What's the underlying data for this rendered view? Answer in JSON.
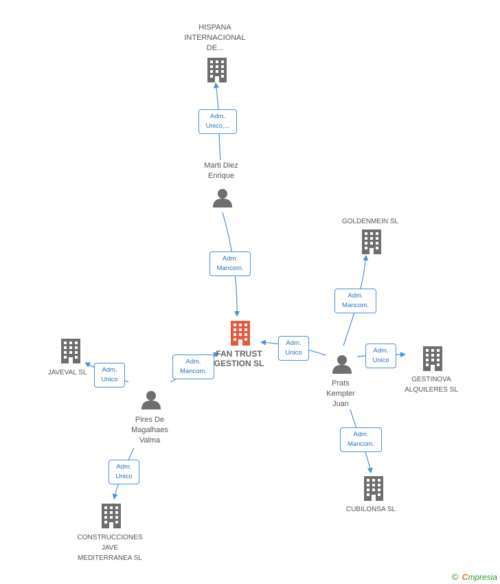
{
  "colors": {
    "building": "#6e6e6e",
    "main_building": "#e8593a",
    "person": "#6e6e6e",
    "edge": "#4a90d9",
    "edge_label_text": "#2a70c0"
  },
  "nodes": {
    "fan_trust": {
      "type": "company-main",
      "lines": [
        "FAN TRUST",
        "GESTION SL"
      ]
    },
    "hispana": {
      "type": "company",
      "lines": [
        "HISPANA",
        "INTERNACIONAL",
        "DE..."
      ]
    },
    "marti": {
      "type": "person",
      "lines": [
        "Marti Diez",
        "Enrique"
      ]
    },
    "goldenmein": {
      "type": "company",
      "lines": [
        "GOLDENMEIN SL"
      ]
    },
    "javeval": {
      "type": "company",
      "lines": [
        "JAVEVAL SL"
      ]
    },
    "prats": {
      "type": "person",
      "lines": [
        "Prats",
        "Kempter",
        "Juan"
      ]
    },
    "gestinova": {
      "type": "company",
      "lines": [
        "GESTINOVA",
        "ALQUILERES SL"
      ]
    },
    "pires": {
      "type": "person",
      "lines": [
        "Pires De",
        "Magalhaes",
        "Valma"
      ]
    },
    "cubilonsa": {
      "type": "company",
      "lines": [
        "CUBILONSA SL"
      ]
    },
    "construcciones": {
      "type": "company",
      "lines": [
        "CONSTRUCCIONES",
        "JAVE",
        "MEDITERRANEA SL"
      ]
    }
  },
  "edges": [
    {
      "id": "marti-hispana",
      "lines": [
        "Adm.",
        "Unico,..."
      ]
    },
    {
      "id": "marti-fantrust",
      "lines": [
        "Adm.",
        "Mancom."
      ]
    },
    {
      "id": "prats-goldenmein",
      "lines": [
        "Adm.",
        "Mancom."
      ]
    },
    {
      "id": "prats-fantrust",
      "lines": [
        "Adm.",
        "Unico"
      ]
    },
    {
      "id": "prats-gestinova",
      "lines": [
        "Adm.",
        "Unico"
      ]
    },
    {
      "id": "prats-cubilonsa",
      "lines": [
        "Adm.",
        "Mancom."
      ]
    },
    {
      "id": "pires-fantrust",
      "lines": [
        "Adm.",
        "Mancom."
      ]
    },
    {
      "id": "pires-javeval",
      "lines": [
        "Adm.",
        "Unico"
      ]
    },
    {
      "id": "pires-construcciones",
      "lines": [
        "Adm.",
        "Unico"
      ]
    }
  ],
  "footer": {
    "copyright": "©",
    "brand_initial": "C",
    "brand_rest": "mpresia"
  }
}
